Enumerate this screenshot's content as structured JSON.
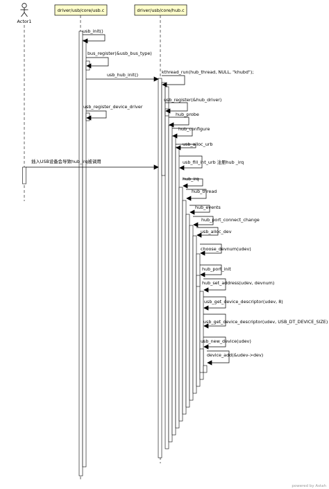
{
  "actor": {
    "label": "Actor1"
  },
  "participants": [
    {
      "id": "usb_c",
      "label": "driver/usb/core/usb.c"
    },
    {
      "id": "hub_c",
      "label": "driver/usb/core/hub.c"
    }
  ],
  "messages": [
    {
      "id": "m1",
      "label": "usb_init()"
    },
    {
      "id": "m2",
      "label": "bus_register(&usb_bus_type)"
    },
    {
      "id": "m3",
      "label": "usb_hub_init()"
    },
    {
      "id": "m4",
      "label": "kthread_run(hub_thread, NULL, \"khubd\");"
    },
    {
      "id": "m5",
      "label": "usb_register(&hub_driver)"
    },
    {
      "id": "m6",
      "label": "usb_register_device_driver"
    },
    {
      "id": "m7",
      "label": "hub_probe"
    },
    {
      "id": "m8",
      "label": "hub_configure"
    },
    {
      "id": "m9",
      "label": "usb_alloc_urb"
    },
    {
      "id": "m10",
      "label": "usb_fill_int_urb 注册hub _irq"
    },
    {
      "id": "m11",
      "label": "插入USB设备会导致hub_irq被调用"
    },
    {
      "id": "m12",
      "label": "hub_irq"
    },
    {
      "id": "m13",
      "label": "hub_thread"
    },
    {
      "id": "m14",
      "label": "hub_events"
    },
    {
      "id": "m15",
      "label": "hub_port_connect_change"
    },
    {
      "id": "m16",
      "label": "usb_alloc_dev"
    },
    {
      "id": "m17",
      "label": "choose_devnum(udev)"
    },
    {
      "id": "m18",
      "label": "hub_port_init"
    },
    {
      "id": "m19",
      "label": "hub_set_address(udev, devnum)"
    },
    {
      "id": "m20",
      "label": "usb_get_device_descriptor(udev, 8)"
    },
    {
      "id": "m21",
      "label": "usb_get_device_descriptor(udev, USB_DT_DEVICE_SIZE)"
    },
    {
      "id": "m22",
      "label": "usb_new_device(udev)"
    },
    {
      "id": "m23",
      "label": "device_add(&udev->dev)"
    }
  ],
  "watermark": {
    "text": "powered by Astah"
  },
  "colors": {
    "participant_fill": "#ffffcc",
    "line": "#000000"
  }
}
